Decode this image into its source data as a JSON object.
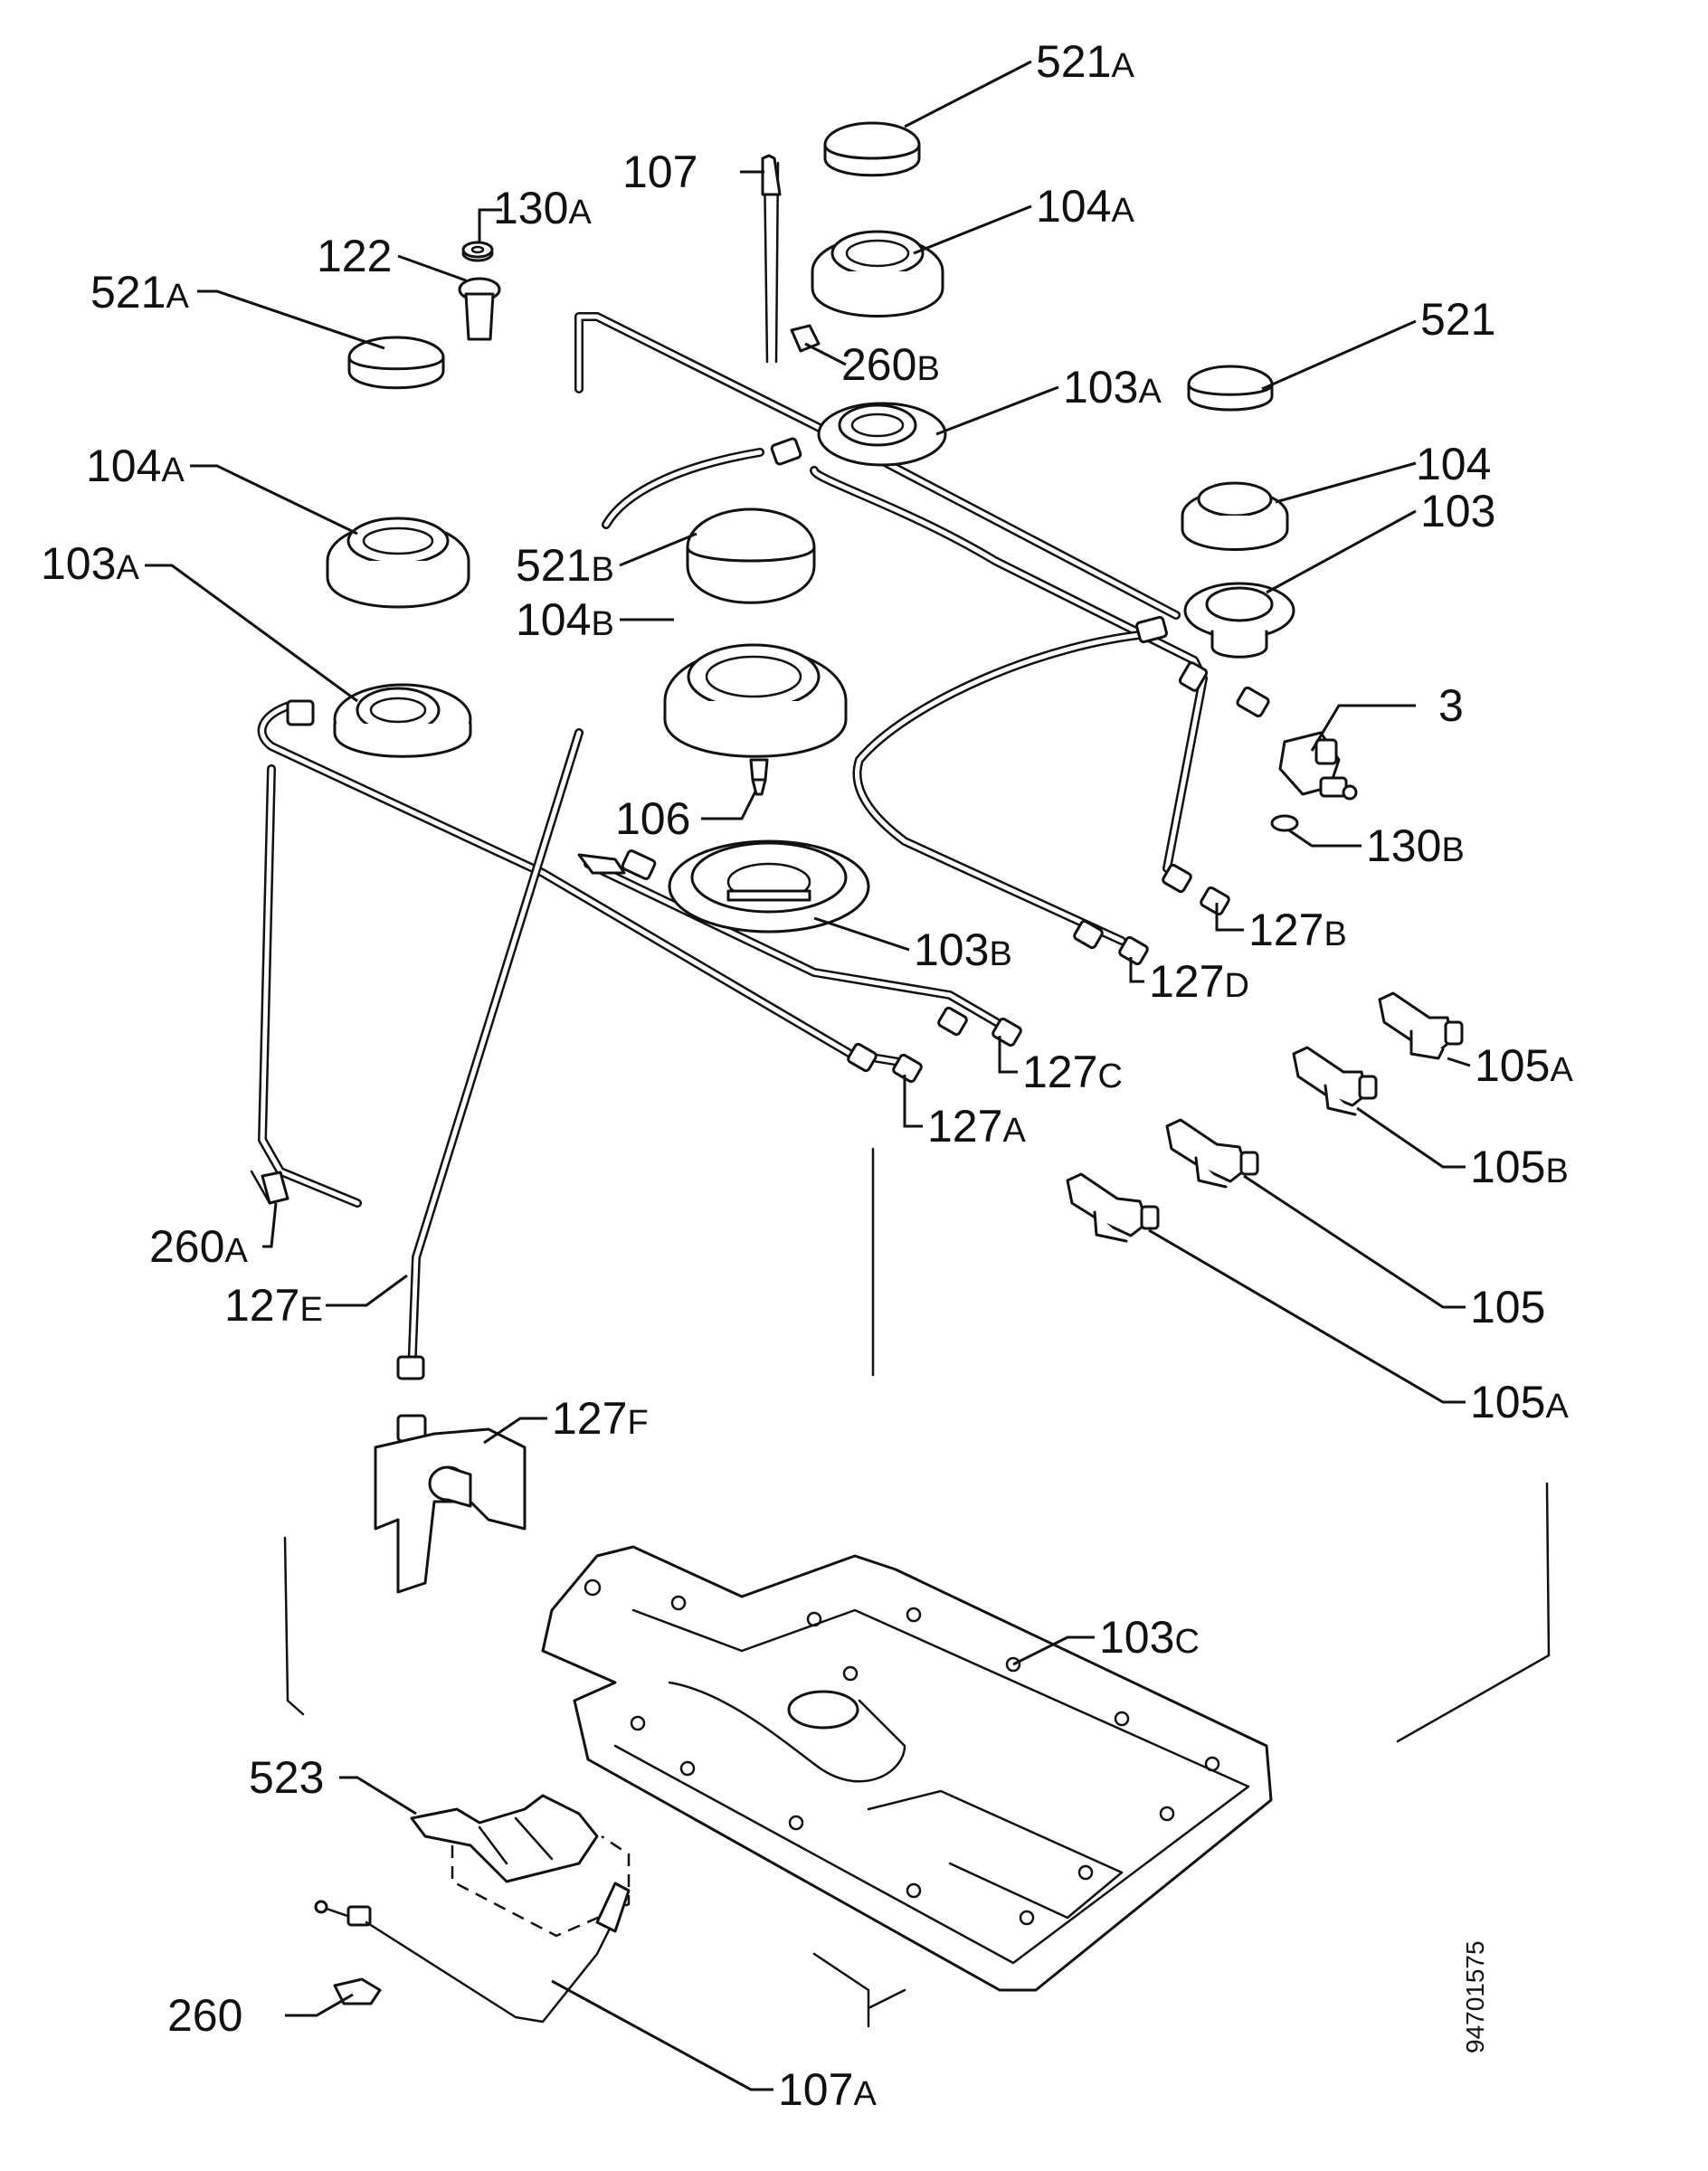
{
  "document_ref": "94701575",
  "callouts": [
    {
      "id": "c521a_top",
      "num": "521",
      "suffix": "A"
    },
    {
      "id": "c107",
      "num": "107",
      "suffix": ""
    },
    {
      "id": "c130a",
      "num": "130",
      "suffix": "A"
    },
    {
      "id": "c104a_top",
      "num": "104",
      "suffix": "A"
    },
    {
      "id": "c122",
      "num": "122",
      "suffix": ""
    },
    {
      "id": "c521a_left",
      "num": "521",
      "suffix": "A"
    },
    {
      "id": "c521",
      "num": "521",
      "suffix": ""
    },
    {
      "id": "c260b",
      "num": "260",
      "suffix": "B"
    },
    {
      "id": "c103a_top",
      "num": "103",
      "suffix": "A"
    },
    {
      "id": "c104a_left",
      "num": "104",
      "suffix": "A"
    },
    {
      "id": "c104",
      "num": "104",
      "suffix": ""
    },
    {
      "id": "c103",
      "num": "103",
      "suffix": ""
    },
    {
      "id": "c103a_left",
      "num": "103",
      "suffix": "A"
    },
    {
      "id": "c521b",
      "num": "521",
      "suffix": "B"
    },
    {
      "id": "c104b",
      "num": "104",
      "suffix": "B"
    },
    {
      "id": "c3",
      "num": "3",
      "suffix": ""
    },
    {
      "id": "c106",
      "num": "106",
      "suffix": ""
    },
    {
      "id": "c130b",
      "num": "130",
      "suffix": "B"
    },
    {
      "id": "c127b",
      "num": "127",
      "suffix": "B"
    },
    {
      "id": "c103b",
      "num": "103",
      "suffix": "B"
    },
    {
      "id": "c127d",
      "num": "127",
      "suffix": "D"
    },
    {
      "id": "c105a_top",
      "num": "105",
      "suffix": "A"
    },
    {
      "id": "c127c",
      "num": "127",
      "suffix": "C"
    },
    {
      "id": "c127a",
      "num": "127",
      "suffix": "A"
    },
    {
      "id": "c105b",
      "num": "105",
      "suffix": "B"
    },
    {
      "id": "c260a",
      "num": "260",
      "suffix": "A"
    },
    {
      "id": "c127e",
      "num": "127",
      "suffix": "E"
    },
    {
      "id": "c105",
      "num": "105",
      "suffix": ""
    },
    {
      "id": "c105a_bottom",
      "num": "105",
      "suffix": "A"
    },
    {
      "id": "c127f",
      "num": "127",
      "suffix": "F"
    },
    {
      "id": "c103c",
      "num": "103",
      "suffix": "C"
    },
    {
      "id": "c523",
      "num": "523",
      "suffix": ""
    },
    {
      "id": "c260",
      "num": "260",
      "suffix": ""
    },
    {
      "id": "c107a",
      "num": "107",
      "suffix": "A"
    }
  ]
}
